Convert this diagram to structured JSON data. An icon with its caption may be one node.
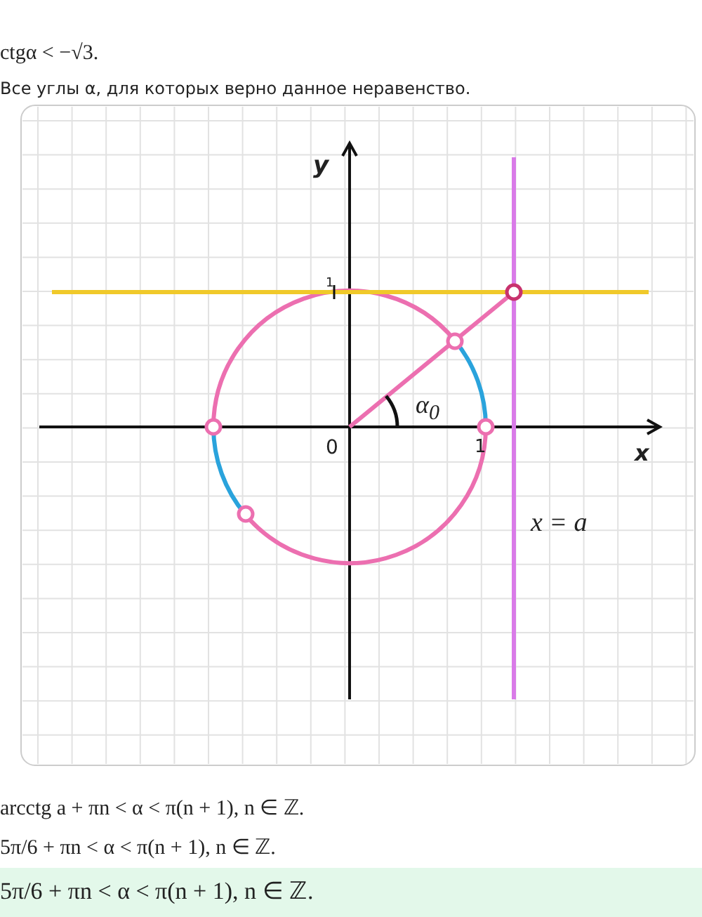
{
  "diagram": {
    "labels": [
      "ctgα < −√3.",
      "Все углы α, для которых верно данное неравенство.",
      "y",
      "1",
      "α$_{0}$",
      "0",
      "1",
      "x",
      "x = a",
      "arcctg a + πn < α < π(n + 1), n ∈ ℤ.",
      "5π/6 + πn < α < π(n + 1), n ∈ ℤ.",
      "5π/6 + πn < α < π(n + 1), n ∈ ℤ."
    ]
  }
}
